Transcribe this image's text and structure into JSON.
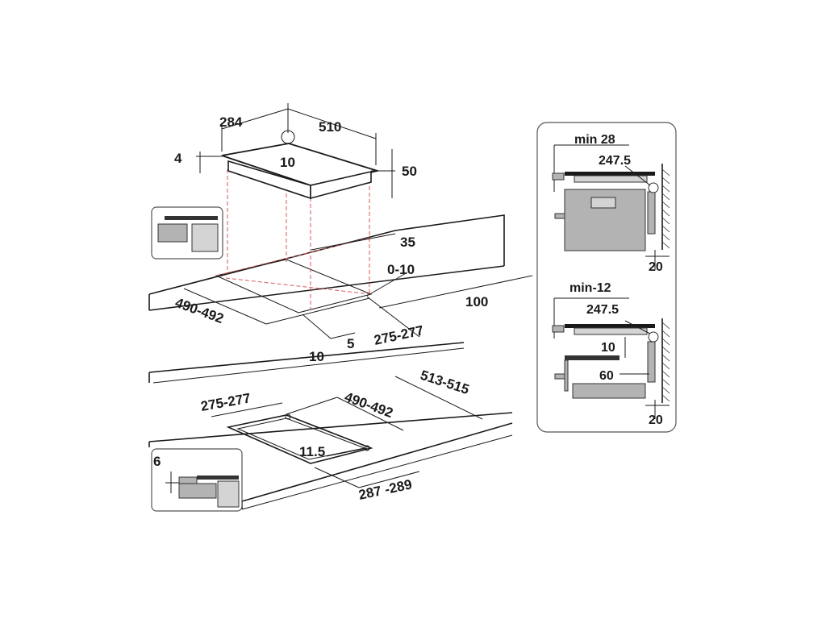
{
  "colors": {
    "line": "#1a1a1a",
    "guide": "#d65a5a",
    "fill_grey": "#b3b3b3",
    "fill_light": "#d4d4d4",
    "panel_border": "#555555"
  },
  "top_view": {
    "dim_284": "284",
    "dim_510": "510",
    "dim_4": "4",
    "dim_10_top": "10",
    "dim_50": "50",
    "dim_35": "35",
    "dim_0_10": "0-10",
    "dim_100": "100",
    "dim_490_492": "490-492",
    "dim_10_bottom": "10",
    "dim_5": "5",
    "dim_275_277": "275-277"
  },
  "bottom_view": {
    "dim_275_277": "275-277",
    "dim_490_492": "490-492",
    "dim_513_515": "513-515",
    "dim_11_5": "11.5",
    "dim_287_289": "287 -289",
    "dim_6": "6"
  },
  "right_panel": {
    "upper": {
      "label_min": "min 28",
      "dim_247_5": "247.5",
      "dim_20": "20"
    },
    "lower": {
      "label_min": "min-12",
      "dim_247_5": "247.5",
      "dim_10": "10",
      "dim_60": "60",
      "dim_20": "20"
    }
  }
}
